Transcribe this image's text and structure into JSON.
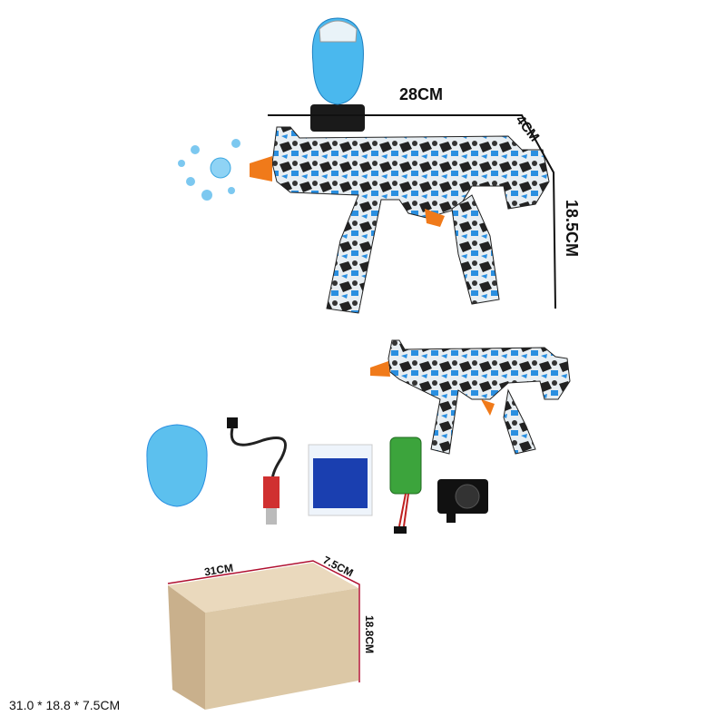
{
  "product_dimensions": {
    "length": "28CM",
    "width": "4CM",
    "height": "18.5CM"
  },
  "box_dimensions": {
    "length": "31CM",
    "width": "7.5CM",
    "height": "18.8CM"
  },
  "box_summary": "31.0 * 18.8 * 7.5CM",
  "colors": {
    "accent_blue": "#2a8fe0",
    "orange_tip": "#f07a1a",
    "box": "#dcc8a6",
    "dim_line": "#b01030"
  }
}
